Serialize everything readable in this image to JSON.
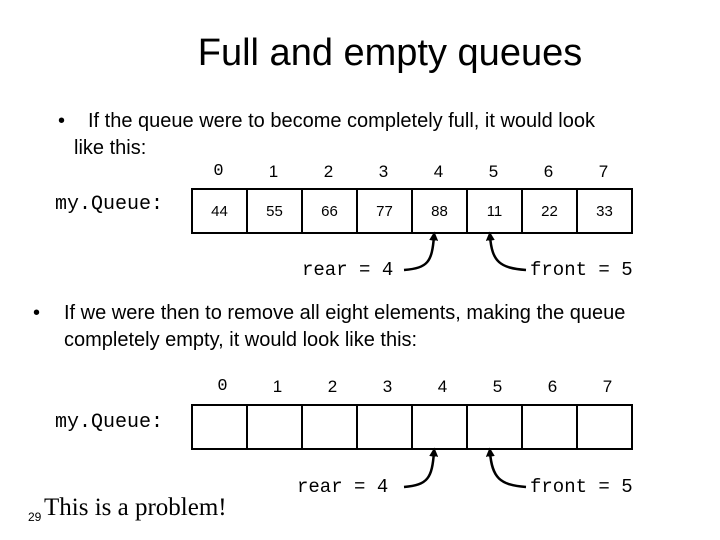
{
  "title": "Full and empty queues",
  "bullets": [
    {
      "line1": "If the queue were to become completely full, it would look",
      "line2": "like this:"
    },
    {
      "line1": "If we were then to remove all eight elements, making the queue",
      "line2": "completely empty, it would look like this:"
    }
  ],
  "full_queue": {
    "label": "my.Queue:",
    "indices": [
      "0",
      "1",
      "2",
      "3",
      "4",
      "5",
      "6",
      "7"
    ],
    "values": [
      "44",
      "55",
      "66",
      "77",
      "88",
      "11",
      "22",
      "33"
    ],
    "rear_label": "rear = 4",
    "front_label": "front = 5"
  },
  "empty_queue": {
    "label": "my.Queue:",
    "indices": [
      "0",
      "1",
      "2",
      "3",
      "4",
      "5",
      "6",
      "7"
    ],
    "values": [
      "",
      "",
      "",
      "",
      "",
      "",
      "",
      ""
    ],
    "rear_label": "rear = 4",
    "front_label": "front = 5"
  },
  "page_number": "29",
  "footer_note": "This is a problem!"
}
